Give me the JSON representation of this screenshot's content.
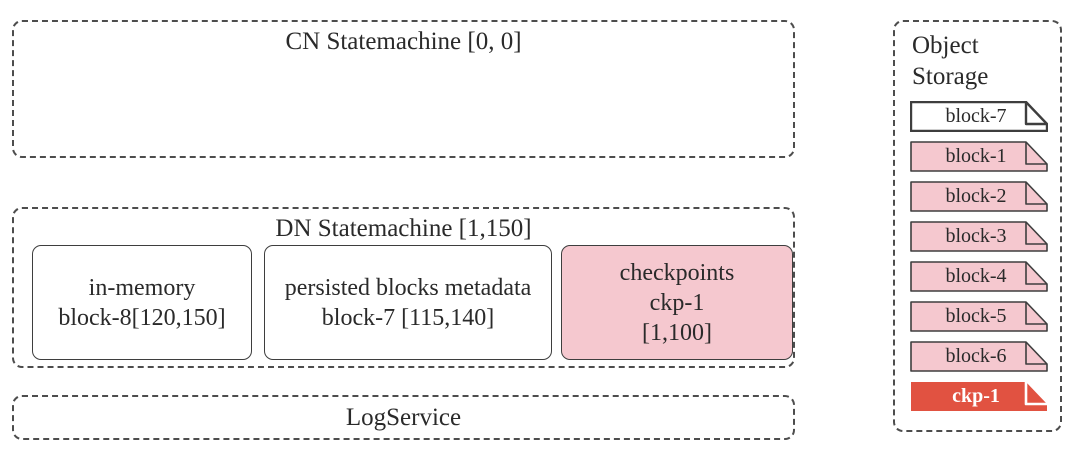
{
  "colors": {
    "pink": "#f5c8cf",
    "red": "#e15241",
    "stroke": "#3e3e3e",
    "dash": "#4d4d4d",
    "text": "#2a2a2a"
  },
  "cn": {
    "title": "CN Statemachine [0, 0]"
  },
  "dn": {
    "title": "DN Statemachine [1,150]",
    "in_memory": {
      "line1": "in-memory",
      "line2": "block-8[120,150]"
    },
    "persisted": {
      "line1": "persisted blocks metadata",
      "line2": "block-7 [115,140]"
    },
    "checkpoints": {
      "line1": "checkpoints",
      "line2": "ckp-1",
      "line3": "[1,100]"
    }
  },
  "log": {
    "title": "LogService"
  },
  "object_storage": {
    "title_line1": "Object",
    "title_line2": "Storage",
    "items": [
      {
        "label": "block-7",
        "variant": "white"
      },
      {
        "label": "block-1",
        "variant": "pink"
      },
      {
        "label": "block-2",
        "variant": "pink"
      },
      {
        "label": "block-3",
        "variant": "pink"
      },
      {
        "label": "block-4",
        "variant": "pink"
      },
      {
        "label": "block-5",
        "variant": "pink"
      },
      {
        "label": "block-6",
        "variant": "pink"
      },
      {
        "label": "ckp-1",
        "variant": "red"
      }
    ]
  }
}
